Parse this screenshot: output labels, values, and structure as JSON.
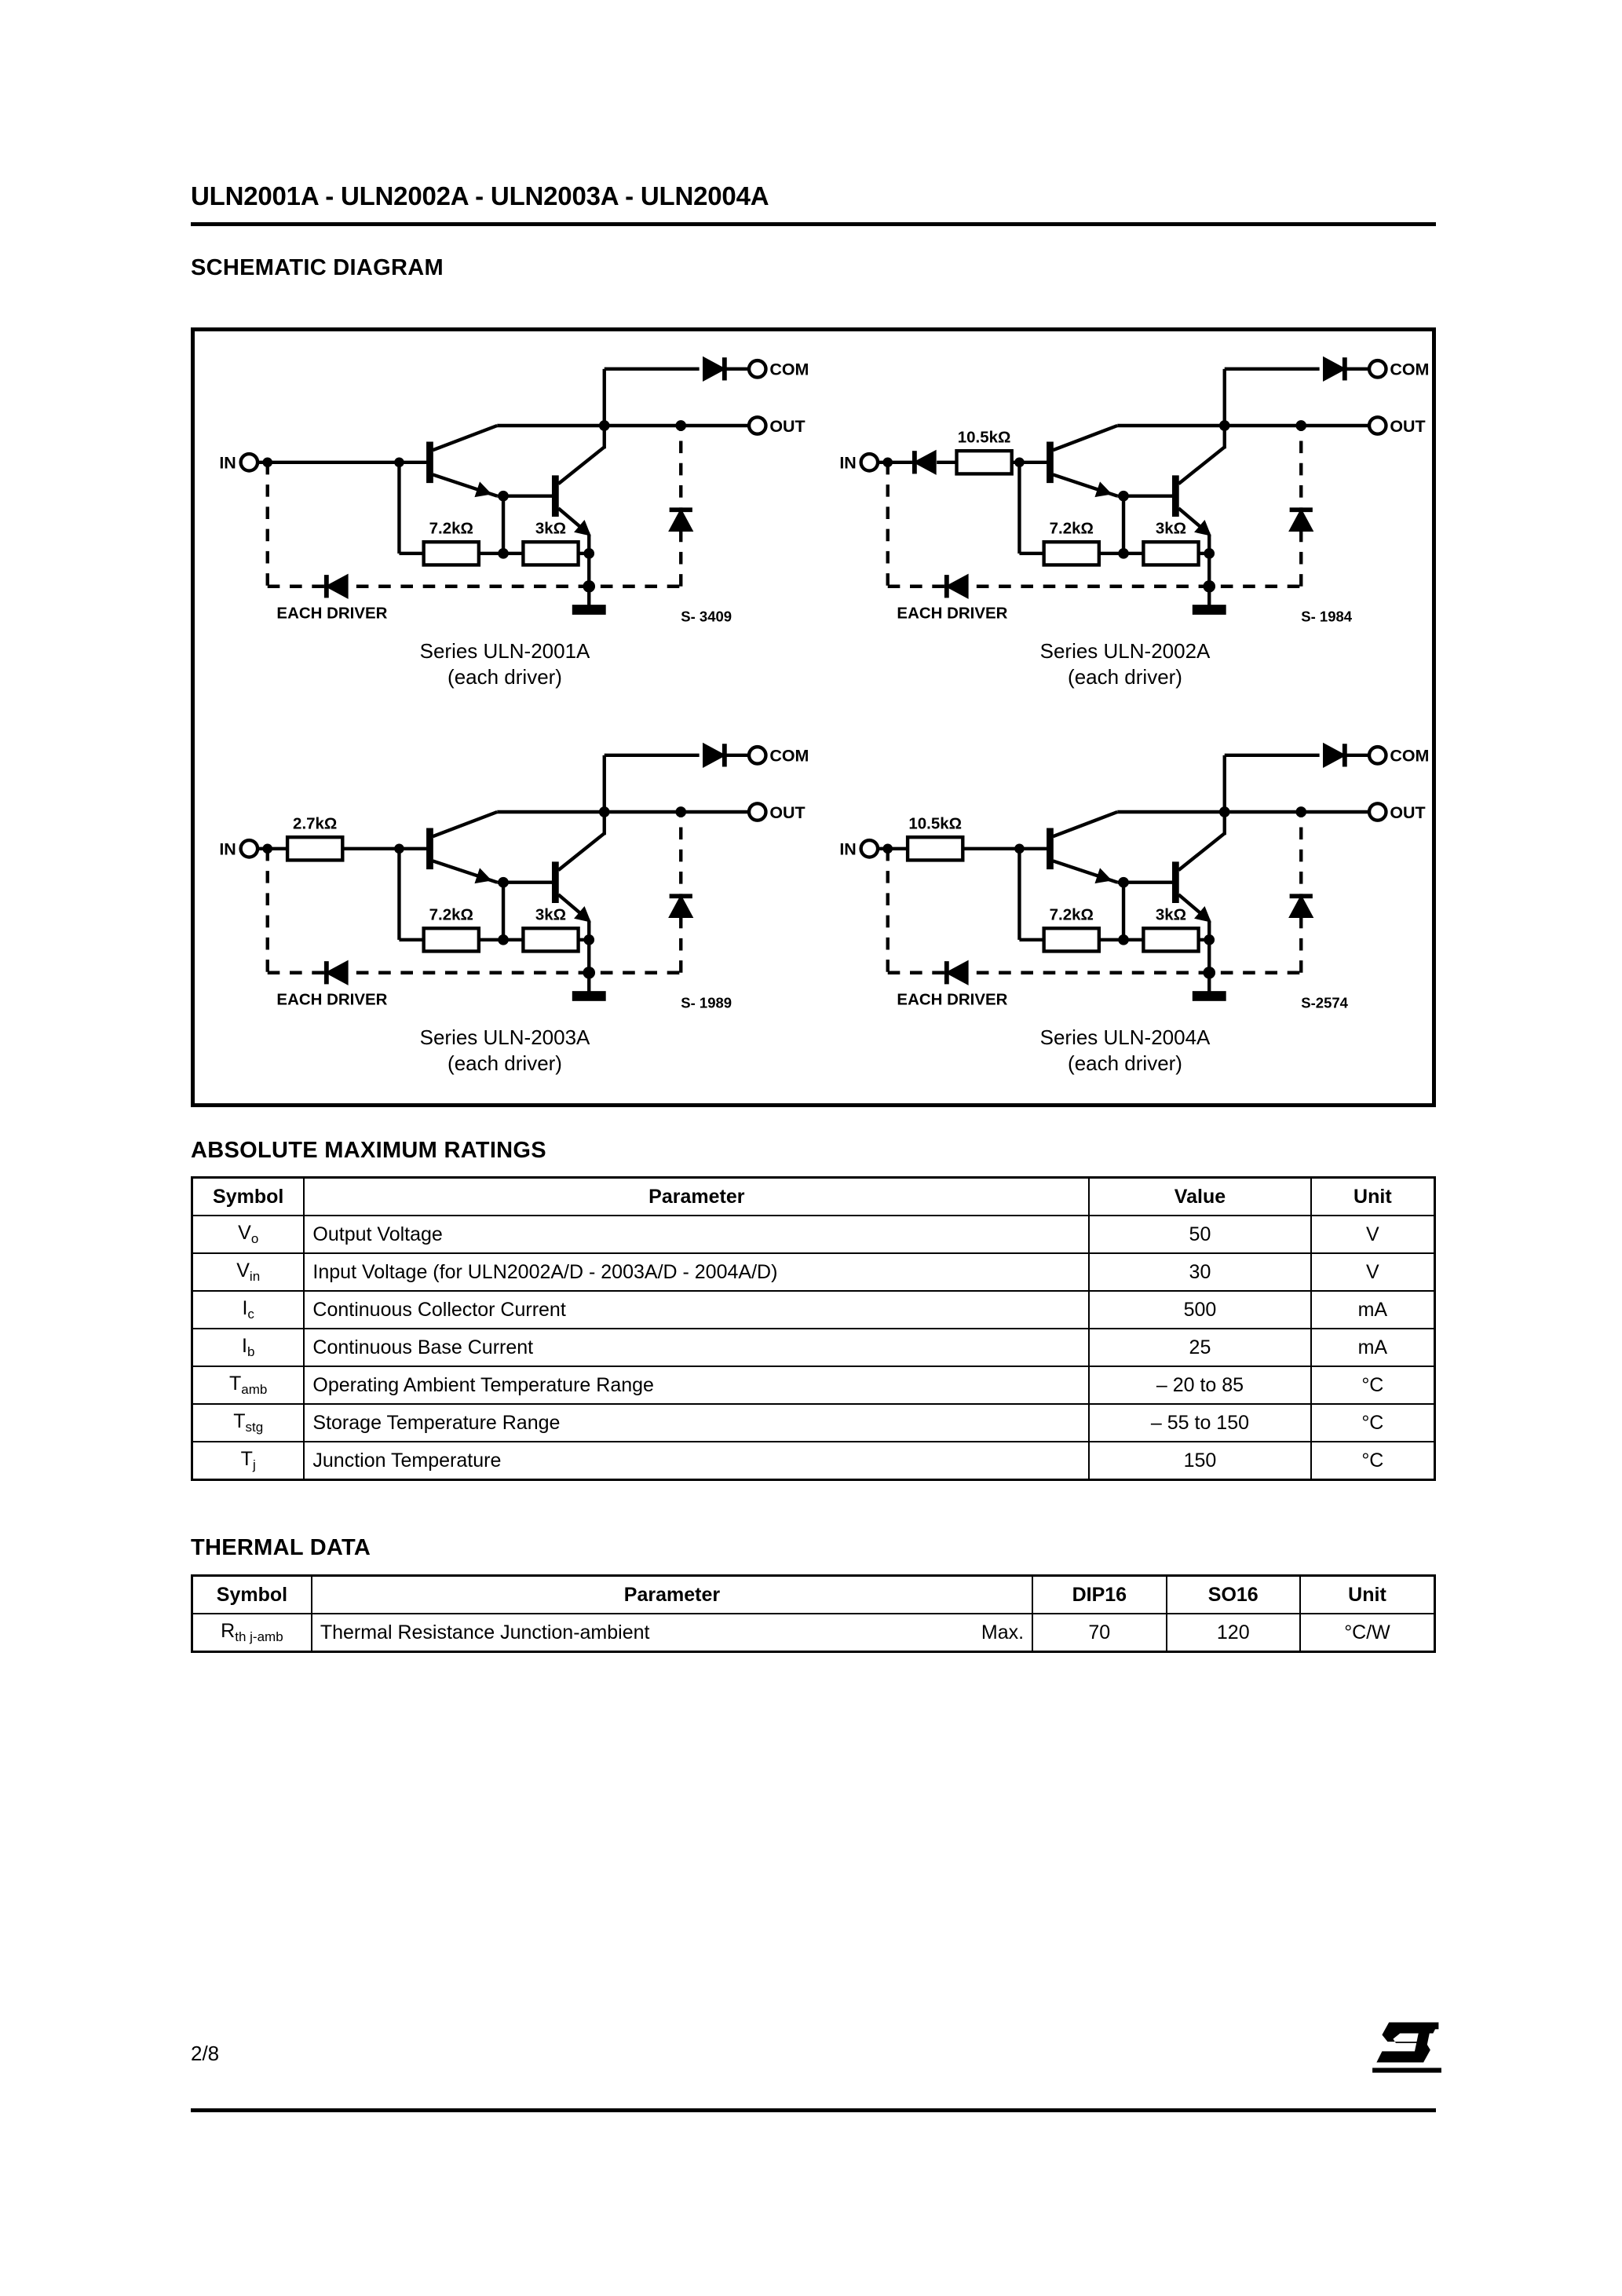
{
  "document": {
    "title": "ULN2001A - ULN2002A - ULN2003A - ULN2004A",
    "page_number": "2/8",
    "logo": "st-logo"
  },
  "sections": {
    "schematic": "SCHEMATIC DIAGRAM",
    "absolute_maximum_ratings": "ABSOLUTE MAXIMUM RATINGS",
    "thermal_data": "THERMAL DATA"
  },
  "schematics": [
    {
      "id": "uln2001a",
      "caption_line1": "Series ULN-2001A",
      "caption_line2": "(each driver)",
      "ref": "S- 3409",
      "pins": {
        "in": "IN",
        "com": "COM",
        "out": "OUT"
      },
      "note": "EACH  DRIVER",
      "resistors": [
        {
          "name": "r-7k2",
          "label": "7.2kΩ"
        },
        {
          "name": "r-3k",
          "label": "3kΩ"
        }
      ],
      "input_resistor": null,
      "input_diode": false
    },
    {
      "id": "uln2002a",
      "caption_line1": "Series ULN-2002A",
      "caption_line2": "(each driver)",
      "ref": "S- 1984",
      "pins": {
        "in": "IN",
        "com": "COM",
        "out": "OUT"
      },
      "note": "EACH  DRIVER",
      "resistors": [
        {
          "name": "r-7k2",
          "label": "7.2kΩ"
        },
        {
          "name": "r-3k",
          "label": "3kΩ"
        }
      ],
      "input_resistor": "10.5kΩ",
      "input_diode": true
    },
    {
      "id": "uln2003a",
      "caption_line1": "Series ULN-2003A",
      "caption_line2": "(each driver)",
      "ref": "S- 1989",
      "pins": {
        "in": "IN",
        "com": "COM",
        "out": "OUT"
      },
      "note": "EACH  DRIVER",
      "resistors": [
        {
          "name": "r-7k2",
          "label": "7.2kΩ"
        },
        {
          "name": "r-3k",
          "label": "3kΩ"
        }
      ],
      "input_resistor": "2.7kΩ",
      "input_diode": false
    },
    {
      "id": "uln2004a",
      "caption_line1": "Series ULN-2004A",
      "caption_line2": "(each driver)",
      "ref": "S-2574",
      "pins": {
        "in": "IN",
        "com": "COM",
        "out": "OUT"
      },
      "note": "EACH  DRIVER",
      "resistors": [
        {
          "name": "r-7k2",
          "label": "7.2kΩ"
        },
        {
          "name": "r-3k",
          "label": "3kΩ"
        }
      ],
      "input_resistor": "10.5kΩ",
      "input_diode": false
    }
  ],
  "amr_table": {
    "headers": [
      "Symbol",
      "Parameter",
      "Value",
      "Unit"
    ],
    "rows": [
      {
        "symbol_base": "V",
        "symbol_sub": "o",
        "parameter": "Output Voltage",
        "value": "50",
        "unit": "V"
      },
      {
        "symbol_base": "V",
        "symbol_sub": "in",
        "parameter": "Input Voltage (for ULN2002A/D - 2003A/D - 2004A/D)",
        "value": "30",
        "unit": "V"
      },
      {
        "symbol_base": "I",
        "symbol_sub": "c",
        "parameter": "Continuous Collector Current",
        "value": "500",
        "unit": "mA"
      },
      {
        "symbol_base": "I",
        "symbol_sub": "b",
        "parameter": "Continuous Base Current",
        "value": "25",
        "unit": "mA"
      },
      {
        "symbol_base": "T",
        "symbol_sub": "amb",
        "parameter": "Operating Ambient Temperature Range",
        "value": "– 20 to 85",
        "unit": "°C"
      },
      {
        "symbol_base": "T",
        "symbol_sub": "stg",
        "parameter": "Storage Temperature Range",
        "value": "– 55 to 150",
        "unit": "°C"
      },
      {
        "symbol_base": "T",
        "symbol_sub": "j",
        "parameter": "Junction Temperature",
        "value": "150",
        "unit": "°C"
      }
    ]
  },
  "thermal_table": {
    "headers": [
      "Symbol",
      "Parameter",
      "DIP16",
      "SO16",
      "Unit"
    ],
    "rows": [
      {
        "symbol_base": "R",
        "symbol_sub": "th j-amb",
        "parameter": "Thermal Resistance Junction-ambient",
        "qualifier": "Max.",
        "dip16": "70",
        "so16": "120",
        "unit": "°C/W"
      }
    ]
  },
  "colors": {
    "ink": "#000000",
    "paper": "#ffffff"
  }
}
